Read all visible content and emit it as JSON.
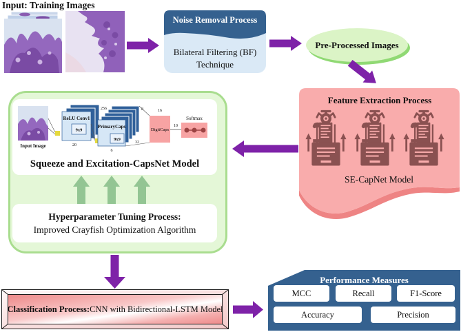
{
  "diagram": {
    "input_title": "Input: Training Images",
    "noise_removal": {
      "header": "Noise Removal Process",
      "body_line1": "Bilateral Filtering (BF)",
      "body_line2": "Technique"
    },
    "preprocessed_label": "Pre-Processed Images",
    "feature_extraction": {
      "header": "Feature Extraction Process",
      "model_label": "SE-CapNet Model"
    },
    "capsnet": {
      "input_image_label": "Input Image",
      "conv_label": "ReLU Conv1",
      "conv_kernel": "9x9",
      "conv_filters": "256",
      "conv_size": "20",
      "primarycaps_label": "PrimaryCaps",
      "primarycaps_kernel": "9x9",
      "primarycaps_depth": "8",
      "primarycaps_channels": "32",
      "primarycaps_size": "6",
      "digitcaps_label": "DigitCaps",
      "digitcaps_dim": "16",
      "digitcaps_classes": "10",
      "softmax_label": "Softmax",
      "title": "Squeeze and Excitation-CapsNet Model"
    },
    "tuning": {
      "title": "Hyperparameter Tuning Process:",
      "algorithm": "Improved Crayfish Optimization Algorithm"
    },
    "classification": {
      "prefix": "Classification Process:",
      "text": " CNN with Bidirectional-LSTM Model"
    },
    "performance": {
      "header": "Performance Measures",
      "row1": [
        "MCC",
        "Recall",
        "F1-Score"
      ],
      "row2": [
        "Accuracy",
        "Precision"
      ]
    }
  },
  "icons": {
    "robot_extractor": "robot-claw-over-document-and-folder",
    "up_arrow": "↑"
  },
  "colors": {
    "arrow_purple": "#7E22A8",
    "header_blue": "#35618F",
    "panel_blue": "#DAE9F6",
    "green_fill": "#E4F7D7",
    "green_border": "#A9DD8F",
    "green_arrow": "#93C593",
    "ellipse_green": "#DBF4C6",
    "ellipse_shadow": "#90D974",
    "pink_panel": "#F9ACAC",
    "pink_wave": "#EE8484",
    "icon_maroon": "#8A5151",
    "caps_pink": "#F7A3A3",
    "layer_blue_dark": "#30609A",
    "layer_blue_light": "#D6E7F6",
    "marker_yellow": "#E5D93F"
  }
}
